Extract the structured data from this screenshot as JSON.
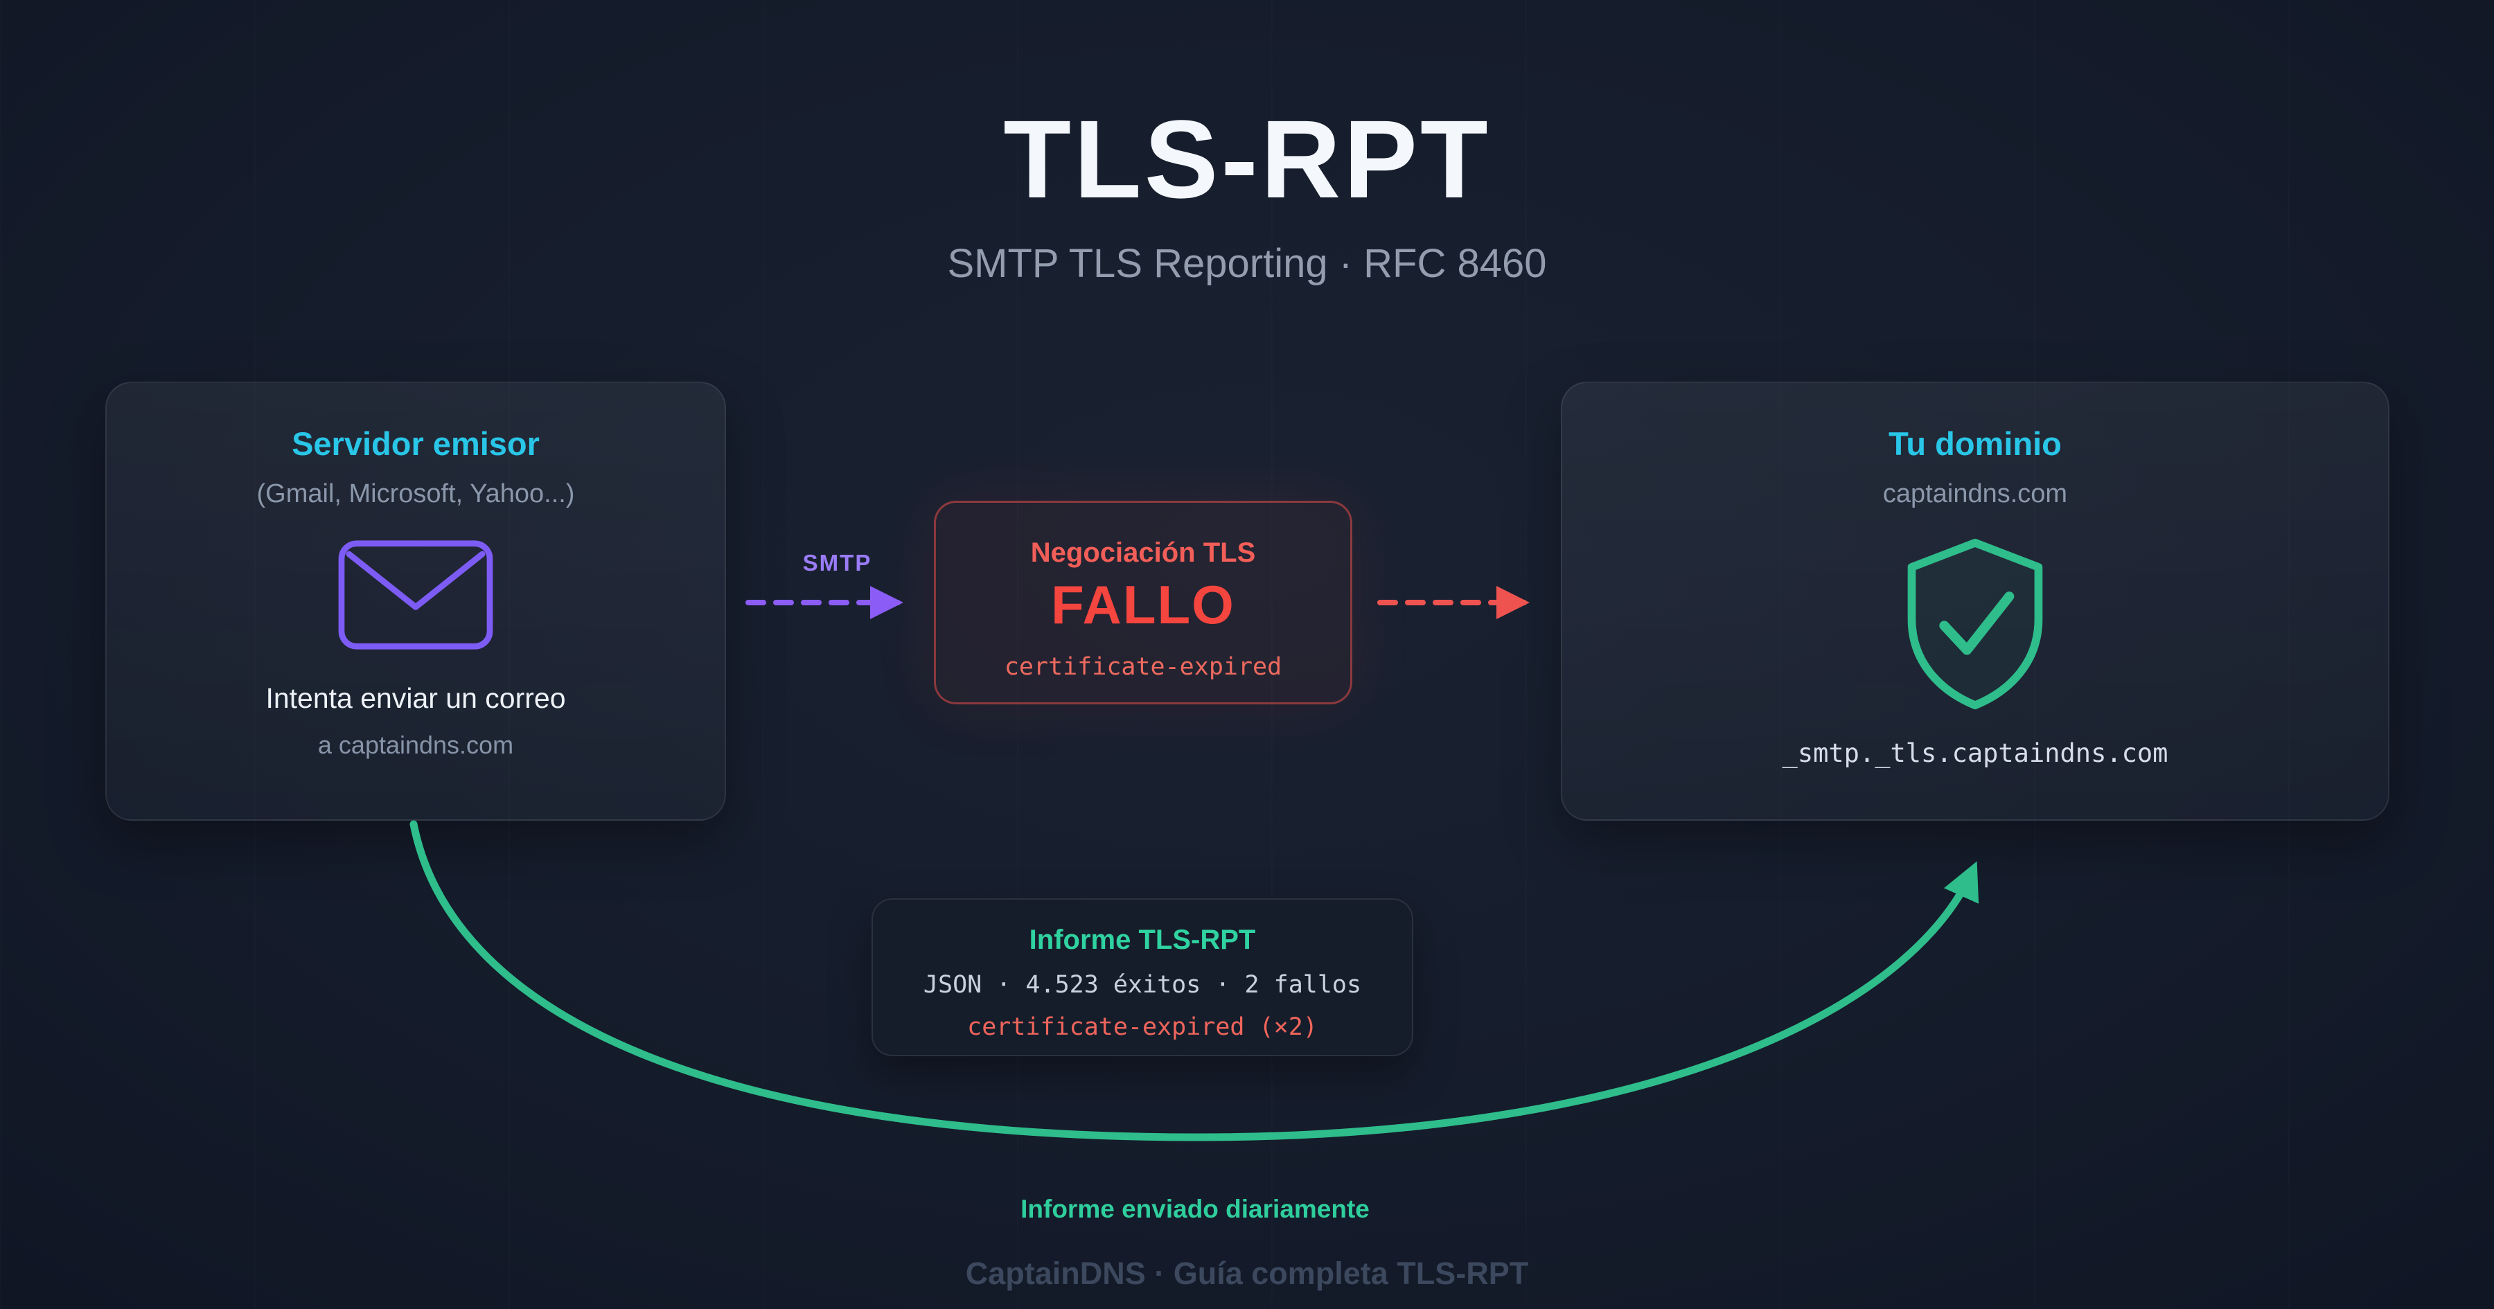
{
  "header": {
    "title": "TLS-RPT",
    "subtitle": "SMTP TLS Reporting · RFC 8460"
  },
  "sender_card": {
    "title": "Servidor emisor",
    "providers": "(Gmail, Microsoft, Yahoo...)",
    "icon": "envelope-icon",
    "action": "Intenta enviar un correo",
    "target": "a captaindns.com"
  },
  "smtp_arrow": {
    "label": "SMTP",
    "color": "#8b5cf6"
  },
  "tls_fail_box": {
    "title": "Negociación TLS",
    "status": "FALLO",
    "reason": "certificate-expired",
    "color": "#f5453f"
  },
  "fail_arrow": {
    "color": "#ef5350"
  },
  "domain_card": {
    "title": "Tu dominio",
    "domain": "captaindns.com",
    "icon": "shield-check-icon",
    "dns_record": "_smtp._tls.captaindns.com"
  },
  "report_card": {
    "title": "Informe TLS-RPT",
    "summary": "JSON · 4.523 éxitos · 2 fallos",
    "failure_detail": "certificate-expired (×2)"
  },
  "report_flow": {
    "caption": "Informe enviado diariamente",
    "color": "#2ebd8b"
  },
  "footer": {
    "text": "CaptainDNS · Guía completa TLS-RPT"
  },
  "colors": {
    "background": "#151c2b",
    "cyan_accent": "#29c6e8",
    "purple_accent": "#8b5cf6",
    "red_accent": "#f5453f",
    "green_accent": "#2ebd8b",
    "text_primary": "#eef2f7",
    "text_muted": "#8b97aa"
  }
}
